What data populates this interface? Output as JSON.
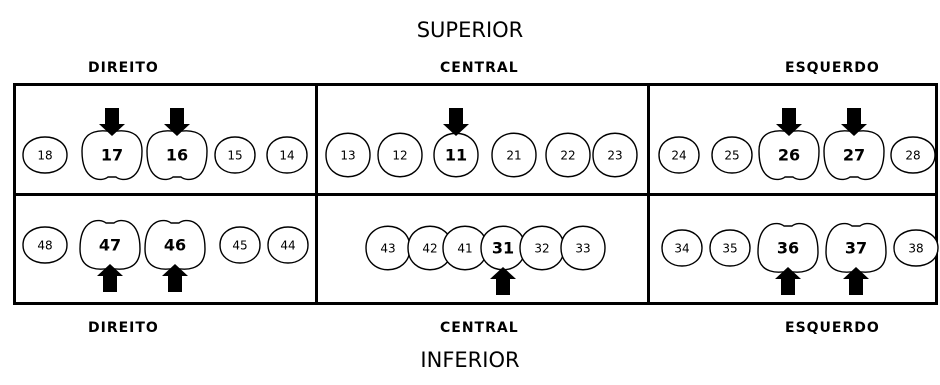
{
  "titles": {
    "top": "SUPERIOR",
    "bottom": "INFERIOR"
  },
  "labels": {
    "top_left": "DIREITO",
    "top_center": "CENTRAL",
    "top_right": "ESQUERDO",
    "bottom_left": "DIREITO",
    "bottom_center": "CENTRAL",
    "bottom_right": "ESQUERDO"
  },
  "upper_right": {
    "teeth": [
      "18",
      "17",
      "16",
      "15",
      "14"
    ],
    "highlighted": [
      "17",
      "16"
    ]
  },
  "upper_central": {
    "teeth": [
      "13",
      "12",
      "11",
      "21",
      "22",
      "23"
    ],
    "highlighted": [
      "11"
    ]
  },
  "upper_left": {
    "teeth": [
      "24",
      "25",
      "26",
      "27",
      "28"
    ],
    "highlighted": [
      "26",
      "27"
    ]
  },
  "lower_right": {
    "teeth": [
      "48",
      "47",
      "46",
      "45",
      "44"
    ],
    "highlighted": [
      "47",
      "46"
    ]
  },
  "lower_central": {
    "teeth": [
      "43",
      "42",
      "41",
      "31",
      "32",
      "33"
    ],
    "highlighted": [
      "31"
    ]
  },
  "lower_left": {
    "teeth": [
      "34",
      "35",
      "36",
      "37",
      "38"
    ],
    "highlighted": [
      "36",
      "37"
    ]
  }
}
